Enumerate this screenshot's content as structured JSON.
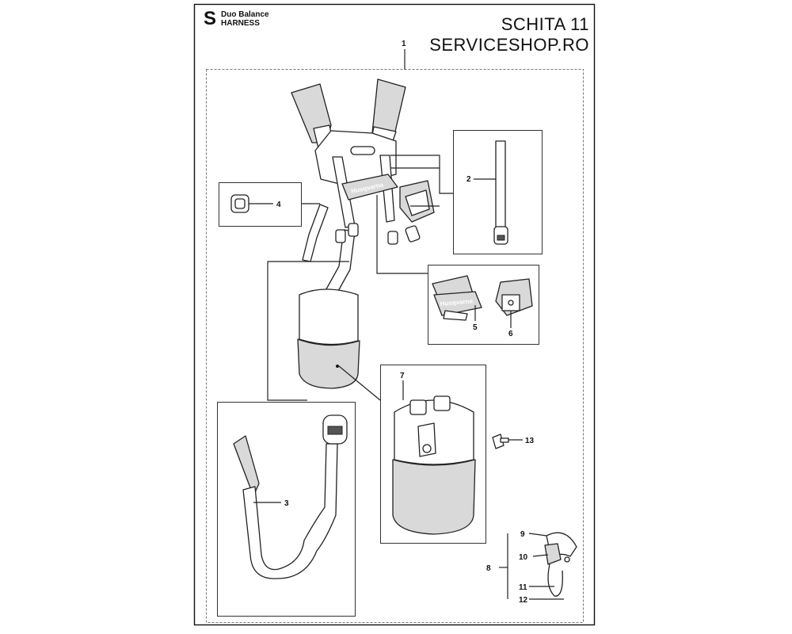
{
  "header": {
    "section_letter": "S",
    "model_name": "Duo Balance",
    "category": "HARNESS",
    "sheet_title": "SCHITA 11",
    "shop": "SERVICESHOP.RO"
  },
  "callouts": [
    {
      "id": "part-1",
      "label": "1"
    },
    {
      "id": "part-2",
      "label": "2"
    },
    {
      "id": "part-3",
      "label": "3"
    },
    {
      "id": "part-4",
      "label": "4"
    },
    {
      "id": "part-5",
      "label": "5"
    },
    {
      "id": "part-6",
      "label": "6"
    },
    {
      "id": "part-7",
      "label": "7"
    },
    {
      "id": "part-8",
      "label": "8"
    },
    {
      "id": "part-9",
      "label": "9"
    },
    {
      "id": "part-10",
      "label": "10"
    },
    {
      "id": "part-11",
      "label": "11"
    },
    {
      "id": "part-12",
      "label": "12"
    },
    {
      "id": "part-13",
      "label": "13"
    }
  ],
  "brand": {
    "logo_text": "Husqvarna"
  }
}
